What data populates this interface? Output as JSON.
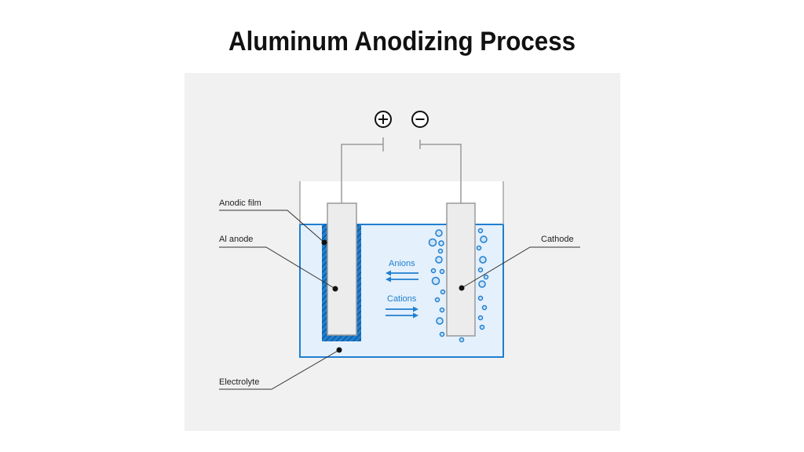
{
  "title": "Aluminum Anodizing Process",
  "terminals": {
    "positive": "+",
    "negative": "−"
  },
  "labels": {
    "anodic_film": "Anodic film",
    "al_anode": "Al anode",
    "cathode": "Cathode",
    "electrolyte": "Electrolyte",
    "anions": "Anions",
    "cations": "Cations"
  },
  "colors": {
    "accent": "#1f7fd0",
    "electrolyte_fill": "#e4f0fb",
    "panel_bg": "#f1f1f1",
    "wire": "#9a9a9a"
  }
}
